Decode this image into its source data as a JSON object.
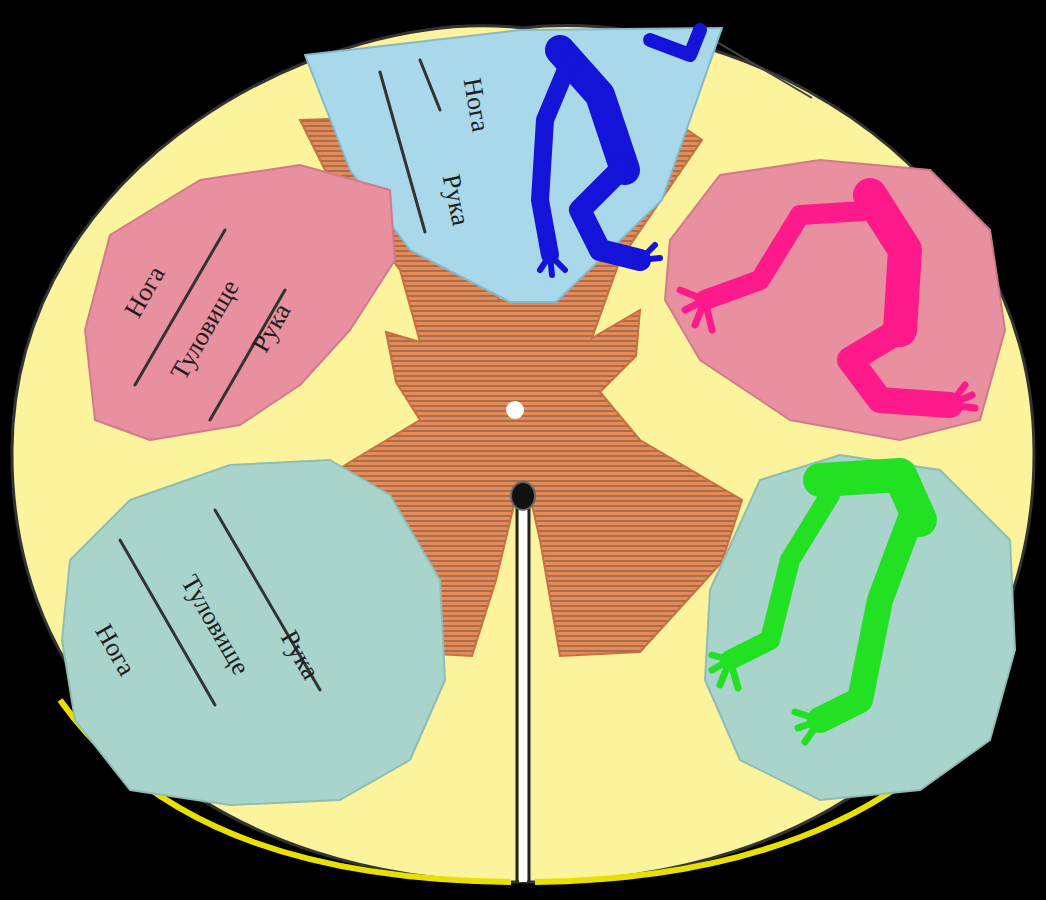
{
  "diagram": {
    "nodes": [
      {
        "text": [
          "Нога",
          "Рука"
        ]
      },
      {
        "text": [
          "Нога",
          "Туловище",
          "Рука"
        ]
      },
      {
        "text": [
          "Нога",
          "Туловище",
          "Рука"
        ]
      }
    ]
  }
}
